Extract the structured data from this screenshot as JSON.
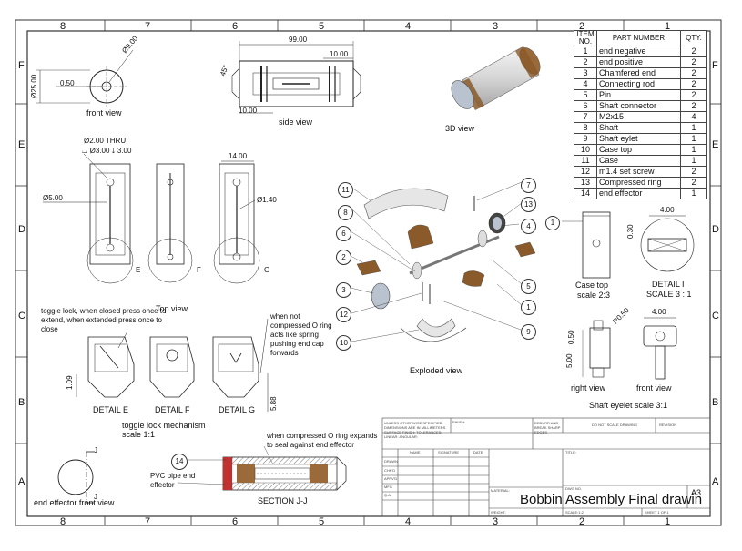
{
  "zones": {
    "cols": [
      "8",
      "7",
      "6",
      "5",
      "4",
      "3",
      "2",
      "1"
    ],
    "rows": [
      "F",
      "E",
      "D",
      "C",
      "B",
      "A"
    ]
  },
  "bom": {
    "headers": [
      "ITEM NO.",
      "PART NUMBER",
      "QTY."
    ],
    "rows": [
      {
        "no": "1",
        "part": "end negative",
        "qty": "2"
      },
      {
        "no": "2",
        "part": "end positive",
        "qty": "2"
      },
      {
        "no": "3",
        "part": "Chamfered end",
        "qty": "2"
      },
      {
        "no": "4",
        "part": "Connecting rod",
        "qty": "2"
      },
      {
        "no": "5",
        "part": "Pin",
        "qty": "2"
      },
      {
        "no": "6",
        "part": "Shaft connector",
        "qty": "2"
      },
      {
        "no": "7",
        "part": "M2x15",
        "qty": "4"
      },
      {
        "no": "8",
        "part": "Shaft",
        "qty": "1"
      },
      {
        "no": "9",
        "part": "Shaft eylet",
        "qty": "1"
      },
      {
        "no": "10",
        "part": "Case top",
        "qty": "1"
      },
      {
        "no": "11",
        "part": "Case",
        "qty": "1"
      },
      {
        "no": "12",
        "part": "m1.4 set screw",
        "qty": "2"
      },
      {
        "no": "13",
        "part": "Compressed ring",
        "qty": "2"
      },
      {
        "no": "14",
        "part": "end effector",
        "qty": "1"
      }
    ]
  },
  "views": {
    "front": {
      "label": "front view",
      "dim_dia": "Ø25.00",
      "dim_small": "0.50",
      "dim_top": "Ø9.00"
    },
    "side": {
      "label": "side view",
      "dim_len": "99.00",
      "dim_r": "10.00",
      "dim_l": "10.00",
      "dim_ang": "45°"
    },
    "three_d": {
      "label": "3D view"
    },
    "top": {
      "label": "Top view",
      "thru": "Ø2.00 THRU",
      "cbore": "⌴ Ø3.00 ↧ 3.00",
      "dim_d5": "Ø5.00",
      "dim_14": "14.00",
      "dim_14d": "Ø1.40",
      "e": "E",
      "f": "F",
      "g": "G"
    },
    "exploded": {
      "label": "Exploded view",
      "balloons": [
        "11",
        "8",
        "6",
        "2",
        "3",
        "12",
        "10",
        "7",
        "13",
        "4",
        "5",
        "1",
        "9"
      ]
    },
    "case_top": {
      "balloon": "1",
      "label1": "Case top",
      "label2": "scale 2:3"
    },
    "detail_i": {
      "dim_w": "4.00",
      "dim_h": "0.30",
      "label1": "DETAIL I",
      "label2": "SCALE 3 : 1"
    },
    "eyelet": {
      "dim_r": "R0.50",
      "dim_h": "5.00",
      "dim_h2": "0.50",
      "dim_w": "4.00",
      "right": "right view",
      "front": "front view",
      "label": "Shaft eyelet scale 3:1"
    },
    "details": {
      "note_left": "toggle lock, when closed press once to extend, when extended press once to close",
      "note_right": "when not compressed O ring acts like spring pushing end cap forwards",
      "e": "DETAIL E",
      "f": "DETAIL F",
      "g": "DETAIL G",
      "dim_109": "1.09",
      "dim_588": "5.88",
      "label1": "toggle lock mechanism",
      "label2": "scale 1:1"
    },
    "end_effector": {
      "label": "end effector front view",
      "j1": "J",
      "j2": "J"
    },
    "section": {
      "balloon": "14",
      "note_top": "when compressed O ring expands to seal against end effector",
      "note_left": "PVC pipe end effector",
      "label": "SECTION J-J"
    }
  },
  "title_block": {
    "unless": "UNLESS OTHERWISE SPECIFIED: DIMENSIONS ARE IN MILLIMETERS SURFACE FINISH: TOLERANCES: LINEAR: ANGULAR:",
    "finish": "FINISH:",
    "deburr": "DEBURR AND BREAK SHARP EDGES",
    "dns": "DO NOT SCALE DRAWING",
    "revision": "REVISION",
    "name": "NAME",
    "signature": "SIGNATURE",
    "date": "DATE",
    "roles": [
      "DRAWN",
      "CHK'D",
      "APPV'D",
      "MFG",
      "Q.A"
    ],
    "title": "TITLE:",
    "material": "MATERIAL:",
    "dwg": "DWG NO.",
    "drawing_name": "Bobbin Assembly Final drawin",
    "size": "A3",
    "weight": "WEIGHT:",
    "scale": "SCALE:1:2",
    "sheet": "SHEET 1 OF 1"
  }
}
